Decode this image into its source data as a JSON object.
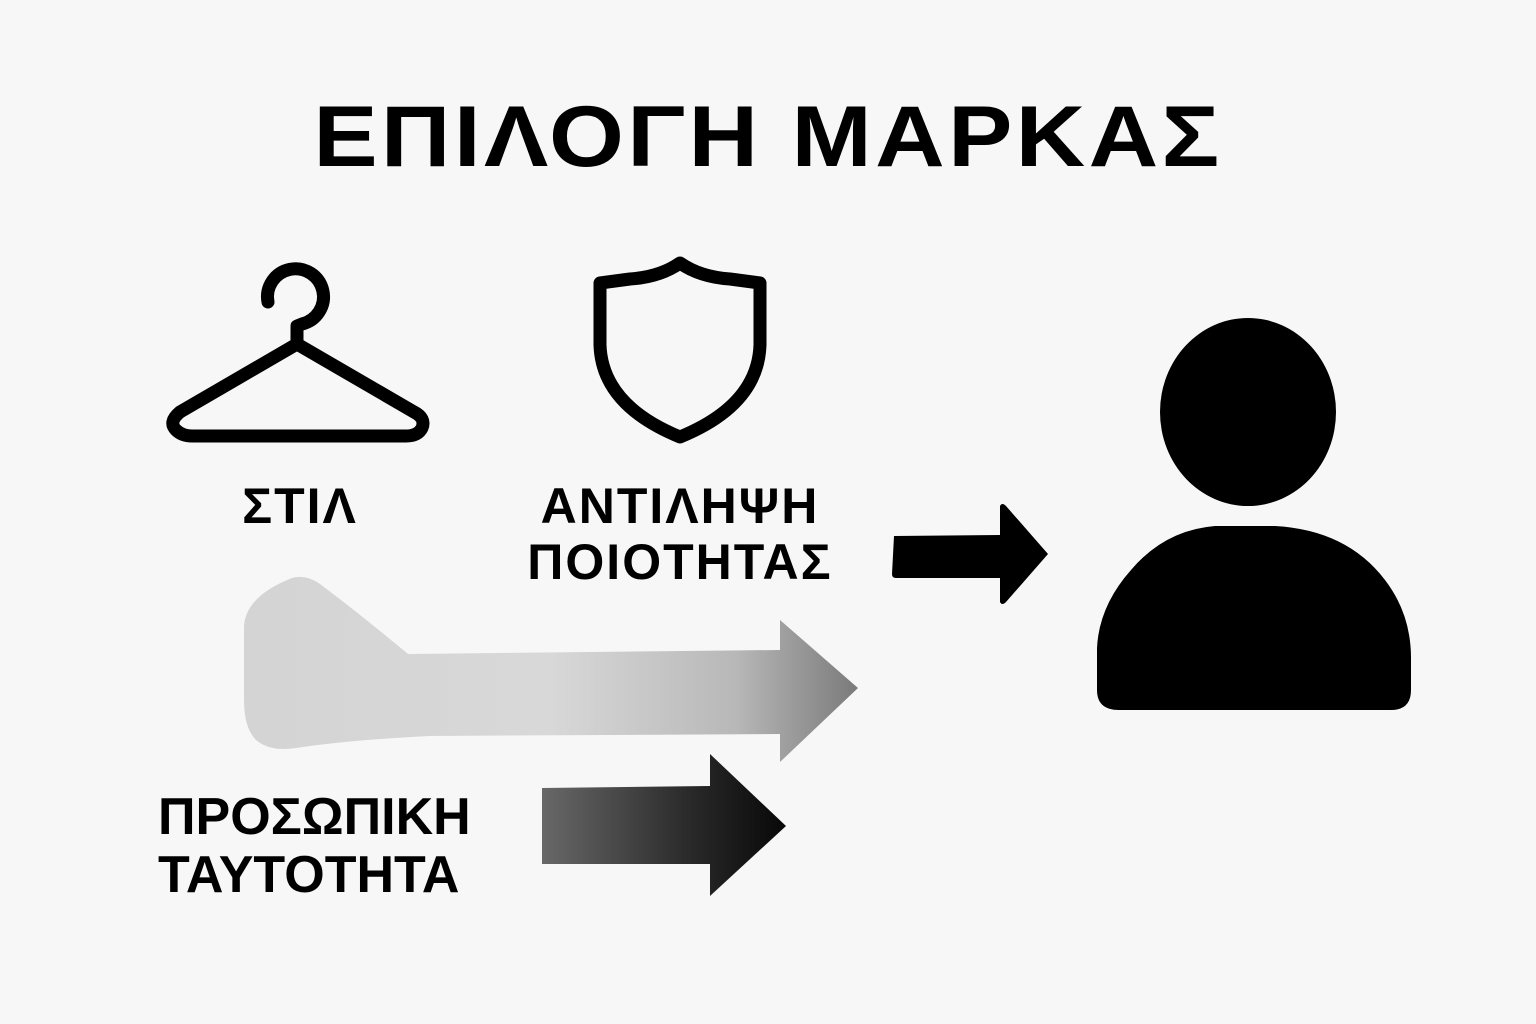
{
  "title": "ΕΠΙΛΟΓΗ ΜΑΡΚΑΣ",
  "factors": [
    {
      "id": "style",
      "label": "ΣΤΙΛ",
      "icon": "hanger-icon"
    },
    {
      "id": "quality",
      "label_line1": "ΑΝΤΙΛΗΨΗ",
      "label_line2": "ΠΟΙΟΤΗΤΑΣ",
      "icon": "shield-icon"
    },
    {
      "id": "identity",
      "label_line1": "ΠΡΟΣΩΠΙΚΗ",
      "label_line2": "ΤΑΥΤΟΤΗΤΑ",
      "icon": "arrow-dark-gradient-icon"
    }
  ],
  "target": {
    "icon": "person-icon"
  },
  "colors": {
    "background": "#f7f7f7",
    "foreground": "#000000",
    "light_arrow_start": "#d6d6d6",
    "light_arrow_end": "#7a7a7a",
    "dark_arrow_start": "#6a6a6a",
    "dark_arrow_end": "#0a0a0a"
  }
}
